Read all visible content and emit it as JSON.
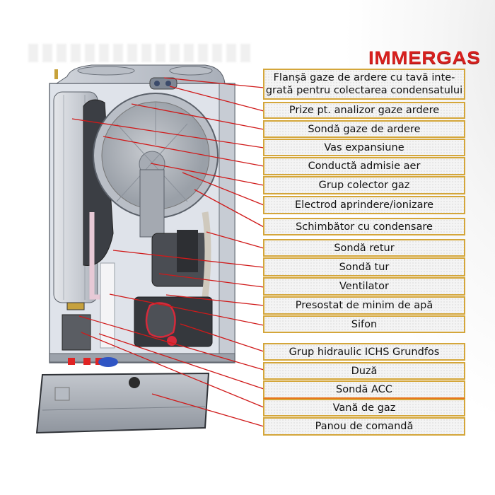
{
  "brand": {
    "logo_text": "IMMERGAS",
    "logo_color": "#d7201e"
  },
  "diagram": {
    "subject": "Condensing gas boiler cutaway",
    "leader_line_color": "#d01a1a",
    "label_border_color": "#d4a63a",
    "labels": [
      {
        "text": "Flanșă gaze de ardere cu tavă integrată pentru colectarea condensatului",
        "line1": "Flanșă gaze de ardere cu tavă inte-",
        "line2": "grată pentru colectarea condensatului"
      },
      {
        "text": "Prize pt. analizor gaze ardere"
      },
      {
        "text": "Sondă gaze de ardere"
      },
      {
        "text": "Vas expansiune"
      },
      {
        "text": "Conductă admisie aer"
      },
      {
        "text": "Grup colector gaz"
      },
      {
        "text": "Electrod aprindere/ionizare"
      },
      {
        "text": "Schimbător cu condensare"
      },
      {
        "text": "Sondă retur"
      },
      {
        "text": "Sondă tur"
      },
      {
        "text": "Ventilator"
      },
      {
        "text": "Presostat de minim de apă"
      },
      {
        "text": "Sifon"
      },
      {
        "text": "Grup hidraulic ICHS Grundfos"
      },
      {
        "text": "Duză"
      },
      {
        "text": "Sondă ACC"
      },
      {
        "text": "Vană de gaz"
      },
      {
        "text": "Panou de comandă"
      }
    ]
  }
}
